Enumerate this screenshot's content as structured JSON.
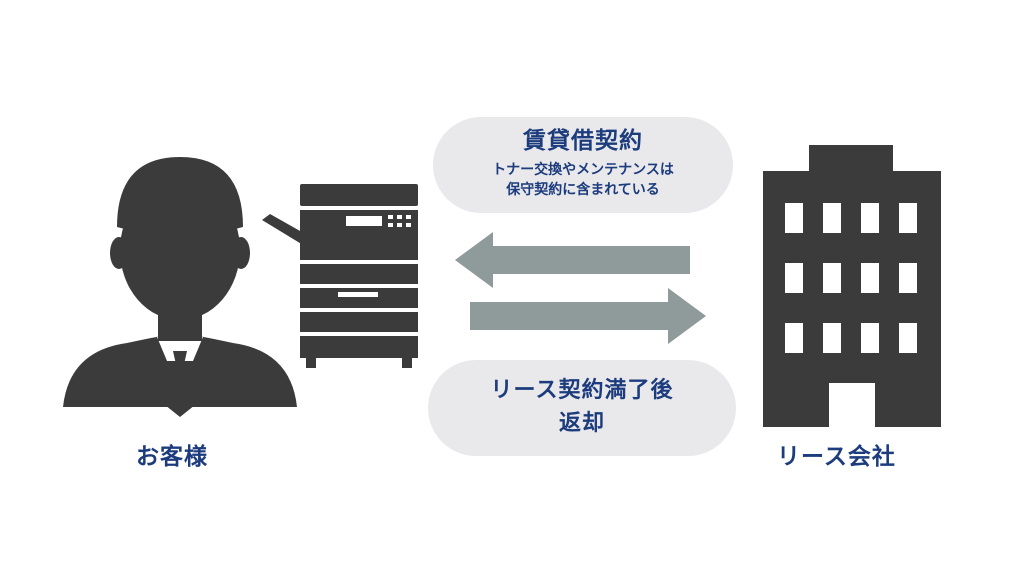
{
  "contract": {
    "title": "賃貸借契約",
    "note": "トナー交換やメンテナンスは\n保守契約に含まれている"
  },
  "return": {
    "text": "リース契約満了後\n返却"
  },
  "parties": {
    "customer": "お客様",
    "lease_company": "リース会社"
  },
  "colors": {
    "text": "#1c3c7e",
    "bubble": "#e9e9eb",
    "icon": "#3b3b3b",
    "arrow": "#8f9a9a"
  },
  "icons": [
    "person-icon",
    "copier-icon",
    "building-icon",
    "arrow-left-icon",
    "arrow-right-icon"
  ]
}
